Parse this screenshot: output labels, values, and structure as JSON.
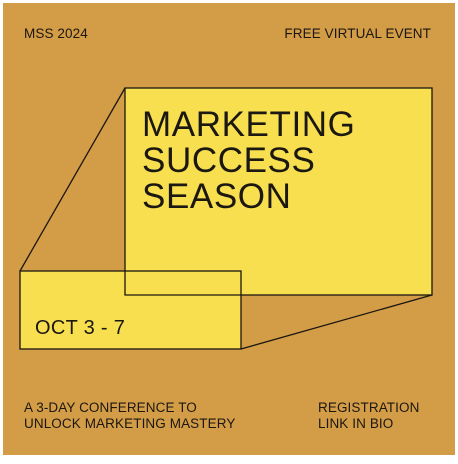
{
  "event_code": "MSS 2024",
  "event_type": "FREE VIRTUAL EVENT",
  "title_lines": [
    "MARKETING",
    "SUCCESS",
    "SEASON"
  ],
  "dates": "OCT 3 - 7",
  "description_lines": [
    "A 3-DAY CONFERENCE TO",
    "UNLOCK MARKETING MASTERY"
  ],
  "registration_lines": [
    "REGISTRATION",
    "LINK IN BIO"
  ],
  "colors": {
    "background": "#d39c47",
    "panel": "#f8df4f",
    "ink": "#1b1711"
  }
}
